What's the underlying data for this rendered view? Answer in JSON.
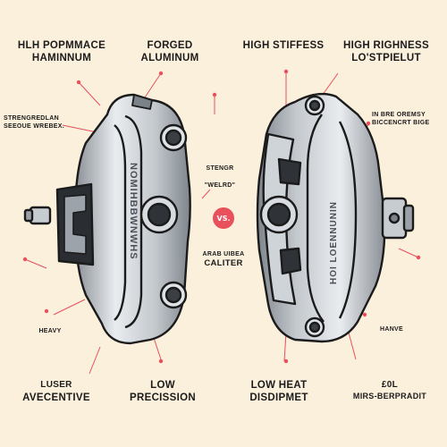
{
  "labels": {
    "top_left_1": "HLH POPMMACE",
    "top_left_2": "HAMINNUM",
    "top_left2_1": "FORGED",
    "top_left2_2": "ALUMINUM",
    "top_right1": "HIGH STIFFESS",
    "top_right2_1": "HIGH RIGHNESS",
    "top_right2_2": "LO'STPIELUT",
    "left_small_1": "STRENGREDLAN",
    "left_small_2": "SEEOUE WREBEX.",
    "right_small_1": "IN BRE OREMSY",
    "right_small_2": "BICCENCRT BIGE",
    "center_top_1": "STENGR",
    "center_top_2": "\"WELRD\"",
    "vs": "VS.",
    "center_bottom_1": "ARAB UIBEA",
    "center_bottom_2": "CALITER",
    "heavy": "HEAVY",
    "hanve": "HANVE",
    "bottom_left_1": "LUSER",
    "bottom_left_2": "AVECENTIVE",
    "bottom_left2_1": "LOW",
    "bottom_left2_2": "PRECISSION",
    "bottom_right1_1": "LOW HEAT",
    "bottom_right1_2": "DISDIPMET",
    "bottom_right2_1": "£0L",
    "bottom_right2_2": "MIRS-BERPRADIT"
  },
  "caliper_left_text": "NOMIHBBWNWHS",
  "caliper_right_text": "HOI LOENNUNIN",
  "colors": {
    "background": "#fbf0dc",
    "accent": "#e8505b",
    "metal_light": "#eef0f2",
    "metal_mid": "#b9bfc5",
    "metal_dark": "#6e757c",
    "outline": "#1b1b1b"
  }
}
